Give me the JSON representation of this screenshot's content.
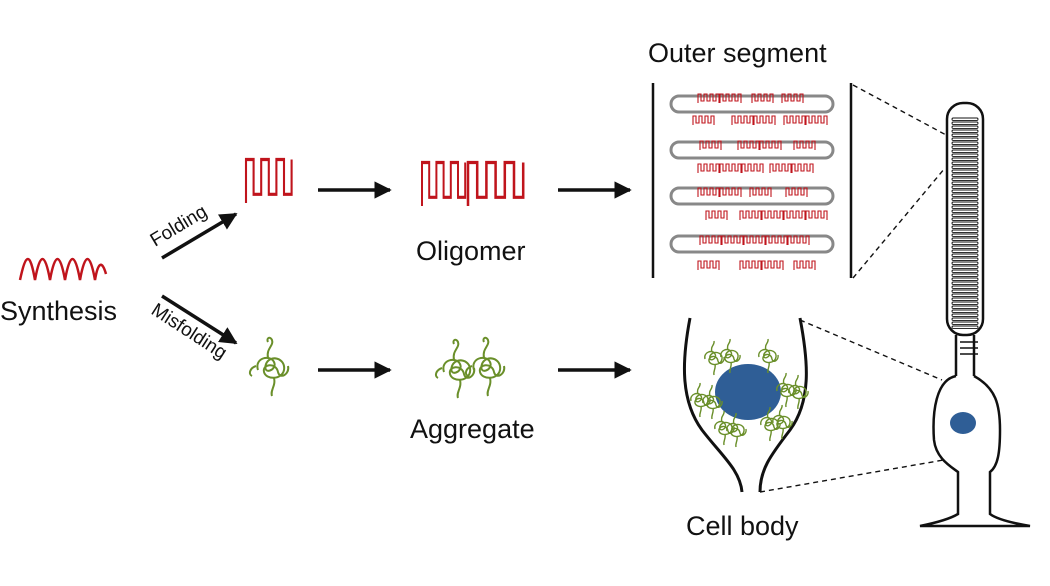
{
  "labels": {
    "synthesis": "Synthesis",
    "folding": "Folding",
    "misfolding": "Misfolding",
    "oligomer": "Oligomer",
    "aggregate": "Aggregate",
    "outer_segment": "Outer segment",
    "cell_body": "Cell body"
  },
  "colors": {
    "folded_protein": "#c0141c",
    "misfolded_protein": "#6a8f2a",
    "nucleus": "#2f5e96",
    "membrane": "#888888",
    "ink": "#111111"
  }
}
